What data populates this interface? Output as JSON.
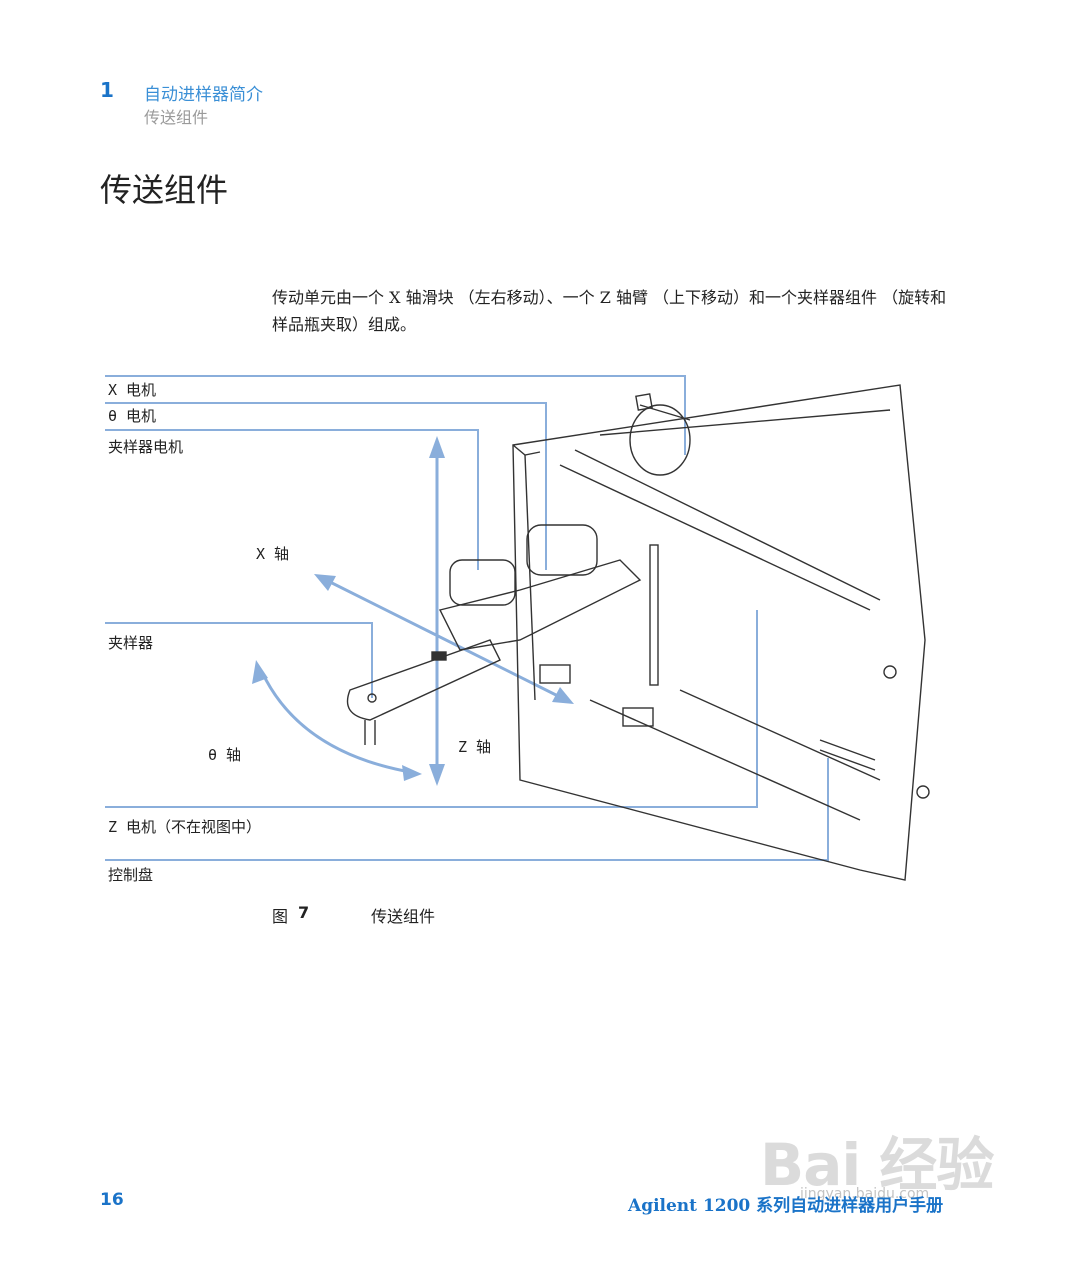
{
  "header": {
    "chapter_number": "1",
    "chapter_title": "自动进样器简介",
    "section_path": "传送组件"
  },
  "section_title": "传送组件",
  "body_text": "传动单元由一个 X 轴滑块 （左右移动）、一个 Z 轴臂 （上下移动）和一个夹样器组件 （旋转和样品瓶夹取）组成。",
  "figure": {
    "callouts": {
      "x_motor": "X 电机",
      "theta_motor": "θ 电机",
      "gripper_motor": "夹样器电机",
      "x_axis": "X 轴",
      "gripper": "夹样器",
      "theta_axis": "θ 轴",
      "z_axis": "Z 轴",
      "z_motor": "Z 电机（不在视图中）",
      "control_board": "控制盘"
    },
    "caption_label": "图",
    "caption_number": "7",
    "caption_text": "传送组件",
    "accent_color": "#8aaedb"
  },
  "footer": {
    "page_number": "16",
    "book_title": "Agilent 1200 系列自动进样器用户手册"
  },
  "watermark": {
    "text": "Bai 经验",
    "sub": "jingyan.baidu.com"
  }
}
